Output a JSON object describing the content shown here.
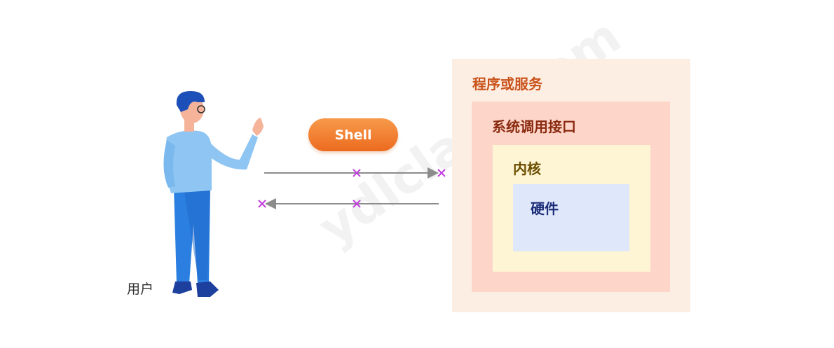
{
  "labels": {
    "program_service": "程序或服务",
    "syscall_interface": "系统调用接口",
    "kernel": "内核",
    "hardware": "硬件",
    "shell": "Shell",
    "user": "用户",
    "watermark": "ydlclass.com"
  },
  "colors": {
    "outer": "#fdeee3",
    "syscall": "#fdd6c9",
    "kernel": "#fef5d4",
    "hardware": "#dfe8fb",
    "shell": "#ee7026",
    "arrow": "#8c8c8c",
    "cross": "#c23be0"
  }
}
